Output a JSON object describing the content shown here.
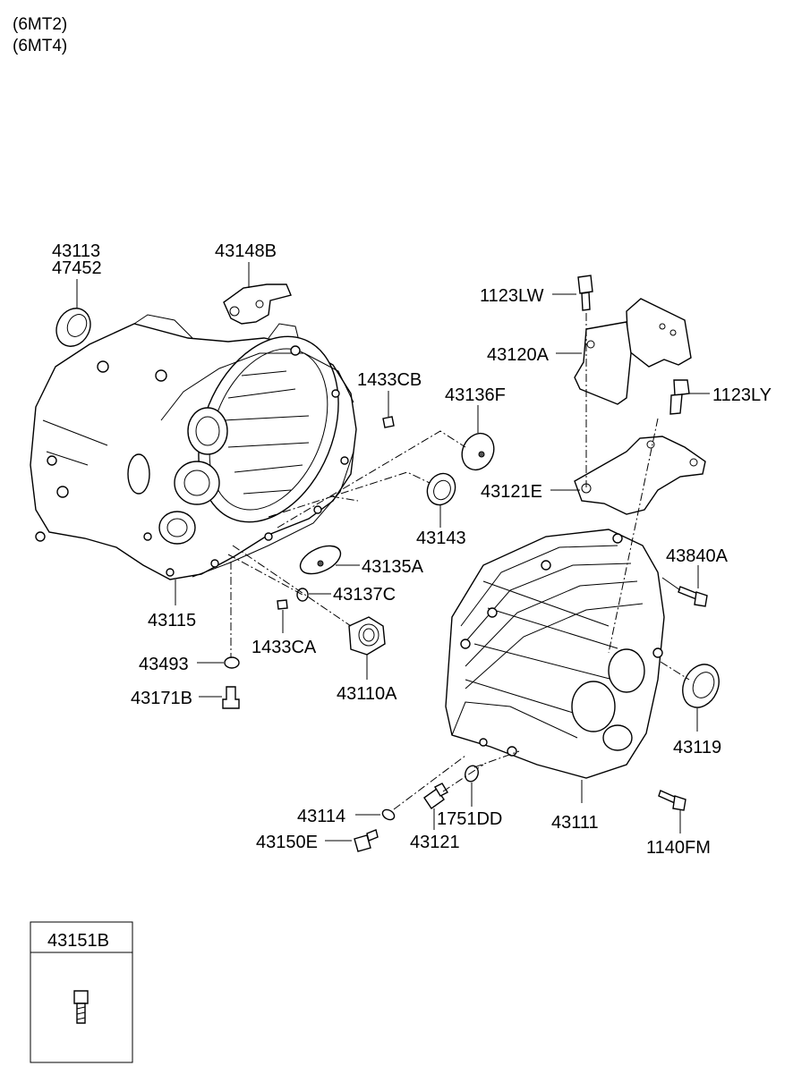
{
  "header": {
    "line1": "(6MT2)",
    "line2": "(6MT4)"
  },
  "labels": {
    "p43113": "43113",
    "p47452": "47452",
    "p43148B": "43148B",
    "p1123LW": "1123LW",
    "p43120A": "43120A",
    "p1433CB": "1433CB",
    "p43136F": "43136F",
    "p1123LY": "1123LY",
    "p43121E": "43121E",
    "p43143": "43143",
    "p43135A": "43135A",
    "p43840A": "43840A",
    "p43137C": "43137C",
    "p43115": "43115",
    "p1433CA": "1433CA",
    "p43493": "43493",
    "p43110A": "43110A",
    "p43171B": "43171B",
    "p43119": "43119",
    "p43114": "43114",
    "p1751DD": "1751DD",
    "p43111": "43111",
    "p43150E": "43150E",
    "p43121": "43121",
    "p1140FM": "1140FM"
  },
  "inset": {
    "title": "43151B"
  }
}
